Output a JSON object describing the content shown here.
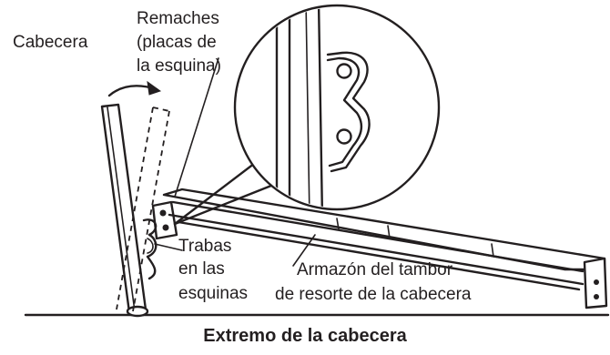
{
  "labels": {
    "headboard": "Cabecera",
    "rivets_line1": "Remaches",
    "rivets_line2": "(placas de",
    "rivets_line3": "la esquina)",
    "locks_line1": "Trabas",
    "locks_line2": "en las",
    "locks_line3": "esquinas",
    "frame_line1": "Armazón del tambor",
    "frame_line2": "de resorte de la cabecera"
  },
  "caption": "Extremo de la cabecera"
}
